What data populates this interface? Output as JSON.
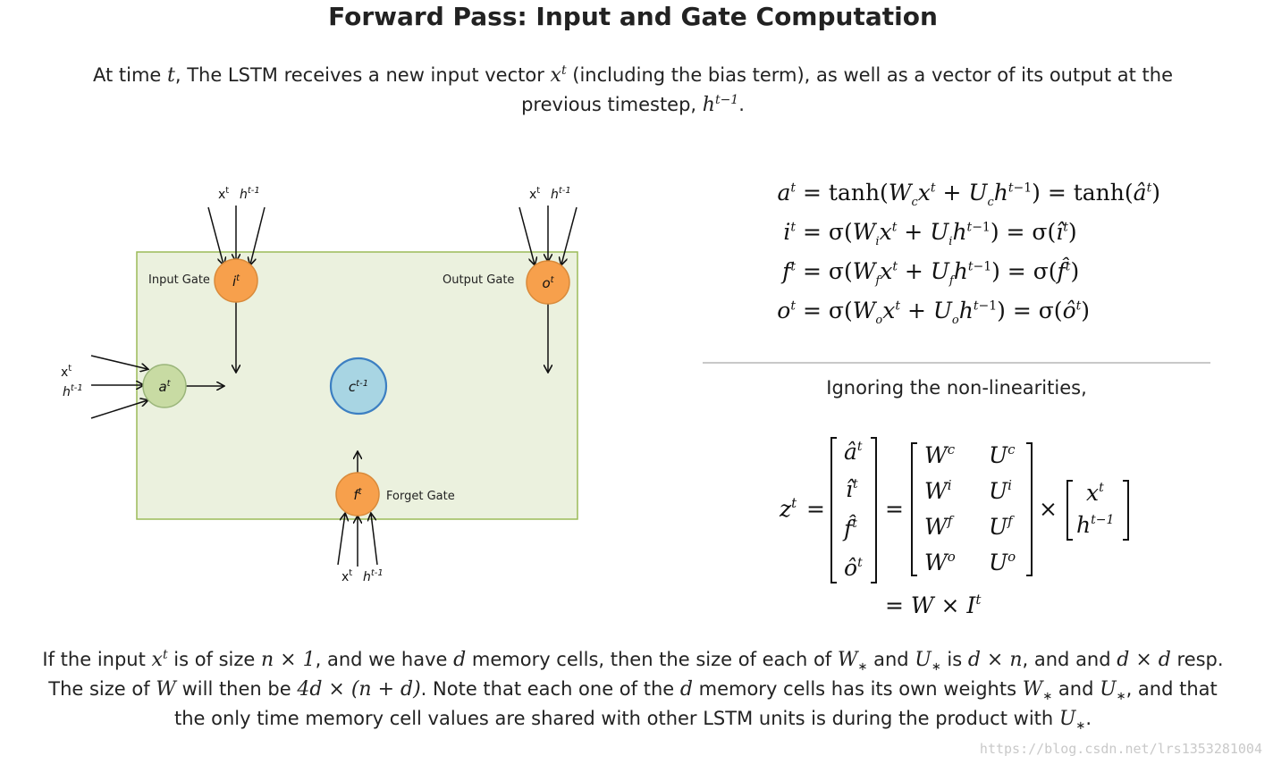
{
  "title": "Forward Pass: Input and Gate Computation",
  "intro": {
    "part1": "At time ",
    "var_t": "t",
    "part2": ", The LSTM receives a new input vector ",
    "var_x": "x",
    "sup_t": "t",
    "part3": " (including the bias term), as well as a vector of its output at the previous timestep, ",
    "var_h": "h",
    "sup_tm1": "t−1",
    "part4": "."
  },
  "diagram": {
    "input_gate_label": "Input Gate",
    "output_gate_label": "Output Gate",
    "forget_gate_label": "Forget Gate",
    "node_i": "i",
    "node_o": "o",
    "node_f": "f",
    "node_a": "a",
    "node_c": "c",
    "sup_t": "t",
    "sup_tm1": "t-1",
    "input_x": "x",
    "input_h": "h",
    "colors": {
      "gate": "#f7a04c",
      "gate_stroke": "#d98a3a",
      "a_node": "#c8dba3",
      "a_stroke": "#9ab57a",
      "c_node": "#a8d5e3",
      "c_stroke": "#3c7fc2",
      "box_fill": "#ebf1de",
      "box_stroke": "#9bbb59"
    }
  },
  "equations": [
    {
      "lhs": "a",
      "rhs": ""
    },
    {
      "lhs": "i",
      "rhs": ""
    },
    {
      "lhs": "f",
      "rhs": ""
    },
    {
      "lhs": "o",
      "rhs": ""
    }
  ],
  "ignoring_text": "Ignoring the non-linearities,",
  "matrix": {
    "lhs": "z",
    "col_vector": [
      "â",
      "î",
      "f̂",
      "ô"
    ],
    "W": [
      "W",
      "W",
      "W",
      "W"
    ],
    "W_sup": [
      "c",
      "i",
      "f",
      "o"
    ],
    "U": [
      "U",
      "U",
      "U",
      "U"
    ],
    "input_vector": [
      "x",
      "h"
    ],
    "result": "= W × I"
  },
  "footer": {
    "l1a": "If the input ",
    "l1b": " is of size ",
    "size1": "n × 1",
    "l1c": ", and we have ",
    "d": "d",
    "l1d": " memory cells, then the size of each of ",
    "Wstar": "W",
    "l1e": " and ",
    "Ustar": "U",
    "l1f": " is ",
    "dn": "d × n",
    "l1g": ", and and ",
    "dd": "d × d",
    "l1h": " resp. The size of ",
    "Wbig": "W",
    "l2a": " will then be ",
    "size2": "4d × (n + d)",
    "l2b": ". Note that each one of the ",
    "l2c": " memory cells has its own weights ",
    "l2d": " and ",
    "l2e": ", and that the only time memory cell values are shared with other LSTM units is during the product with ",
    "l2f": "."
  },
  "watermark": "https://blog.csdn.net/lrs1353281004"
}
